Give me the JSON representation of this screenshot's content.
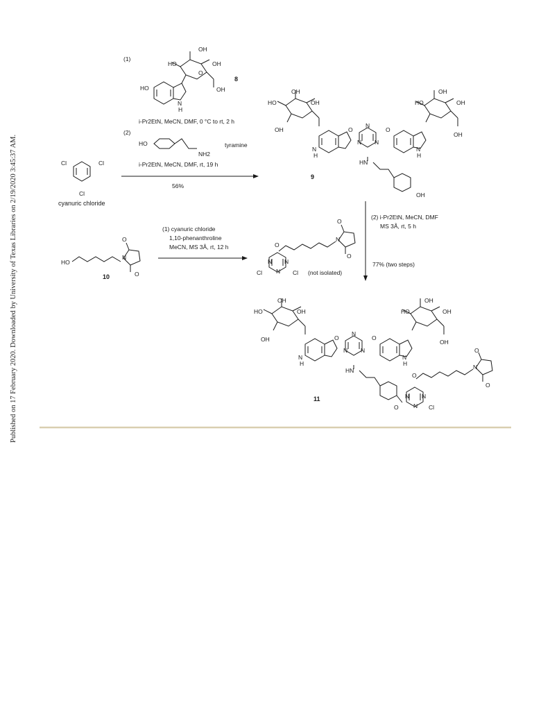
{
  "side_note": "Published on 17 February 2020. Downloaded by University of Texas Libraries on 2/19/2020 3:45:37 AM.",
  "reaction": {
    "step1_label": "(1)",
    "step2_label": "(2)",
    "cond1": "i-Pr2EtN, MeCN, DMF, 0 °C to rt, 2 h",
    "cond2": "i-Pr2EtN, MeCN, DMF, rt, 19 h",
    "yield1": "56%",
    "tyramine": "tyramine",
    "cyanuric": "cyanuric chloride",
    "cond3a": "(1) cyanuric chloride",
    "cond3b": "1,10-phenanthroline",
    "cond3c": "MeCN, MS 3Å, rt, 12 h",
    "not_isolated": "(not isolated)",
    "cond4a": "(2) i-Pr2EtN, MeCN, DMF",
    "cond4b": "MS 3Å, rt, 5 h",
    "yield2": "77% (two steps)"
  },
  "compounds": {
    "c8": "8",
    "c9": "9",
    "c10": "10",
    "c11": "11"
  },
  "atoms": {
    "HO": "HO",
    "OH": "OH",
    "O": "O",
    "N": "N",
    "H": "H",
    "NH": "NH",
    "HN": "HN",
    "Cl": "Cl",
    "NH2": "NH2"
  },
  "colors": {
    "rule": "#d9cfb0",
    "ink": "#1a1a1a"
  }
}
